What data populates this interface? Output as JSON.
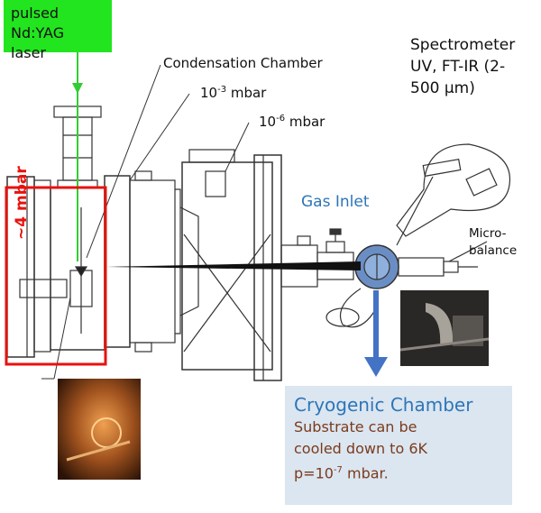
{
  "labels": {
    "laser": [
      "pulsed Nd:YAG",
      "laser"
    ],
    "condensation_chamber": "Condensation Chamber",
    "pressure_1_base": "10",
    "pressure_1_exp": "-3",
    "pressure_1_unit": " mbar",
    "pressure_2_base": "10",
    "pressure_2_exp": "-6",
    "pressure_2_unit": " mbar",
    "spectrometer": [
      "Spectrometer",
      "UV, FT-IR (2-",
      "500 μm)"
    ],
    "gas_inlet": "Gas Inlet",
    "microbalance": [
      "Micro-",
      "balance"
    ],
    "source_pressure": "~4 mbar",
    "cryo_title": "Cryogenic Chamber",
    "cryo_lines": [
      "Substrate can be",
      "cooled down to 6K"
    ],
    "cryo_pressure_prefix": "p=10",
    "cryo_pressure_exp": "-7",
    "cryo_pressure_unit": " mbar."
  },
  "colors": {
    "laser_box": "#22e51f",
    "laser_beam": "#33cc33",
    "highlight": "#e8120c",
    "accent_blue": "#2e75b6",
    "cryo_box": "#dbe6f1",
    "cryo_text": "#7b3b1c",
    "drawing": "#333333"
  }
}
